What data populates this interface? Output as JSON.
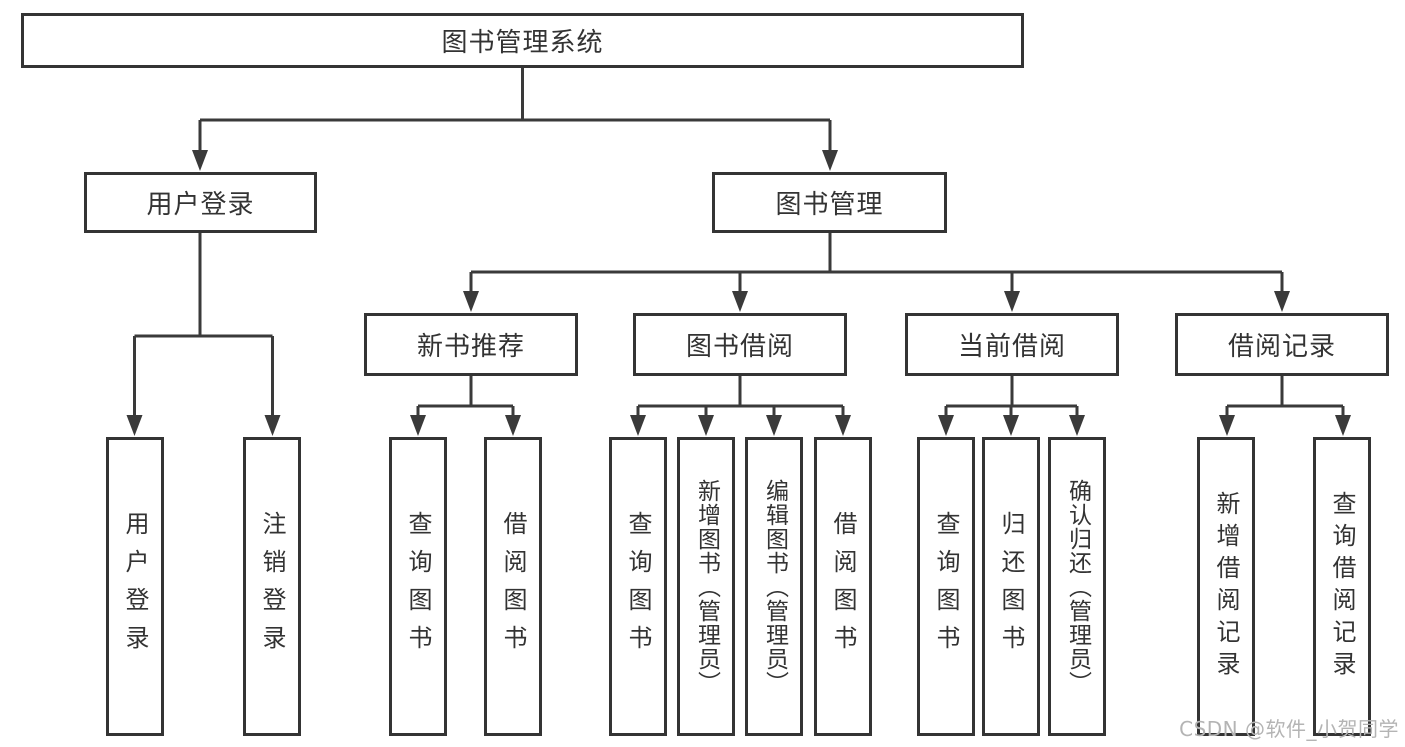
{
  "tree": {
    "label": "图书管理系统",
    "children": [
      {
        "label": "用户登录",
        "children": [
          {
            "label": "用户登录"
          },
          {
            "label": "注销登录"
          }
        ]
      },
      {
        "label": "图书管理",
        "children": [
          {
            "label": "新书推荐",
            "children": [
              {
                "label": "查询图书"
              },
              {
                "label": "借阅图书"
              }
            ]
          },
          {
            "label": "图书借阅",
            "children": [
              {
                "label": "查询图书"
              },
              {
                "label": "新增图书（管理员）"
              },
              {
                "label": "编辑图书（管理员）"
              },
              {
                "label": "借阅图书"
              }
            ]
          },
          {
            "label": "当前借阅",
            "children": [
              {
                "label": "查询图书"
              },
              {
                "label": "归还图书"
              },
              {
                "label": "确认归还（管理员）"
              }
            ]
          },
          {
            "label": "借阅记录",
            "children": [
              {
                "label": "新增借阅记录"
              },
              {
                "label": "查询借阅记录"
              }
            ]
          }
        ]
      }
    ]
  },
  "watermark": {
    "text": "CSDN @软件_小贺同学"
  },
  "colors": {
    "line": "#3a3a3a",
    "border": "#343434",
    "text": "#333333",
    "watermark": "#b4b4b4",
    "bg": "#ffffff"
  }
}
